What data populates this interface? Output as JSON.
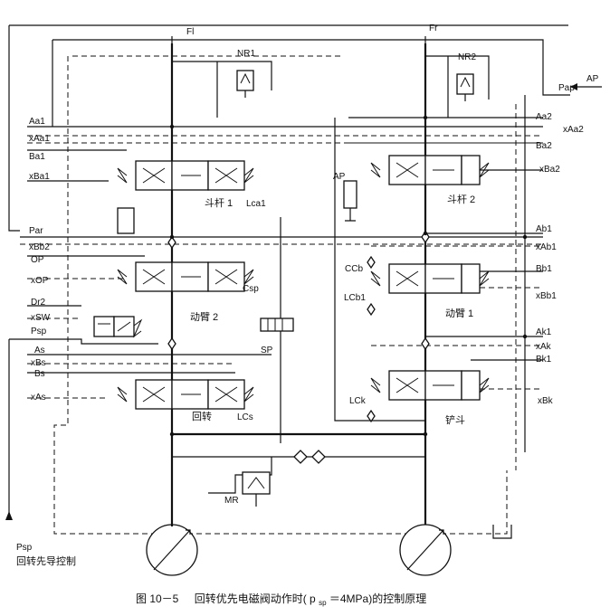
{
  "labels": {
    "Fl": "Fl",
    "Fr": "Fr",
    "NR1": "NR1",
    "NR2": "NR2",
    "Pap": "Pap",
    "AP_top": "AP",
    "AP_left": "AP",
    "Aa1": "Aa1",
    "xAa1": "xAa1",
    "Ba1": "Ba1",
    "xBa1": "xBa1",
    "Par": "Par",
    "xBb2": "xBb2",
    "OP": "OP",
    "xOP": "xOP",
    "Dr2": "Dr2",
    "xSW": "xSW",
    "Psp": "Psp",
    "As": "As",
    "xBs": "xBs",
    "Bs": "Bs",
    "xAs": "xAs",
    "Aa2": "Aa2",
    "xAa2": "xAa2",
    "Ba2": "Ba2",
    "xBa2": "xBa2",
    "Ab1": "Ab1",
    "xAb1": "xAb1",
    "Bb1": "Bb1",
    "xBb1": "xBb1",
    "Ak1": "Ak1",
    "xAk": "xAk",
    "Bk1": "Bk1",
    "xBk": "xBk",
    "CCb": "CCb",
    "LCb1": "LCb1",
    "LCk": "LCk",
    "Csp": "Csp",
    "SP": "SP",
    "LCs": "LCs",
    "MR": "MR"
  },
  "valves": {
    "arm_left": "斗杆 1",
    "arm_left_code": "Lca1",
    "boom2": "动臂 2",
    "swing": "回转",
    "arm2": "斗杆 2",
    "boom1": "动臂 1",
    "bucket": "铲斗"
  },
  "pilot_note": {
    "line1": "Psp",
    "line2": "回转先导控制"
  },
  "caption": {
    "fig": "图 10－5",
    "text_a": "回转优先电磁阀动作时(",
    "p": "p",
    "sub": "sp",
    "text_b": "＝4MPa)的控制原理"
  }
}
